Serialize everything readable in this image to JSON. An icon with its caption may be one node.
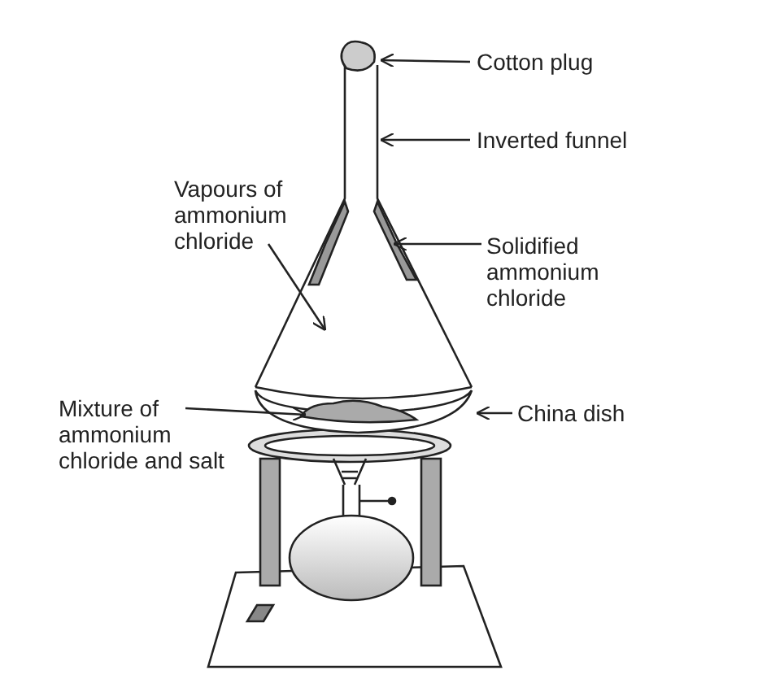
{
  "diagram": {
    "nodes": [
      {
        "text": [
          "Cotton plug"
        ]
      },
      {
        "text": [
          "Inverted funnel"
        ]
      },
      {
        "text": [
          "Vapours of ammonium chloride"
        ]
      },
      {
        "text": [
          "Solidified ammonium chloride"
        ]
      },
      {
        "text": [
          "Mixture of ammonium chloride and salt"
        ]
      },
      {
        "text": [
          "China dish"
        ]
      }
    ],
    "edges": [
      {
        "from": 0,
        "to": null,
        "arrow": "to"
      },
      {
        "from": 1,
        "to": null,
        "arrow": "to"
      },
      {
        "from": 2,
        "to": null,
        "arrow": "to"
      },
      {
        "from": 3,
        "to": null,
        "arrow": "to"
      },
      {
        "from": 4,
        "to": null,
        "arrow": "to"
      },
      {
        "from": 5,
        "to": null,
        "arrow": "to"
      }
    ]
  }
}
